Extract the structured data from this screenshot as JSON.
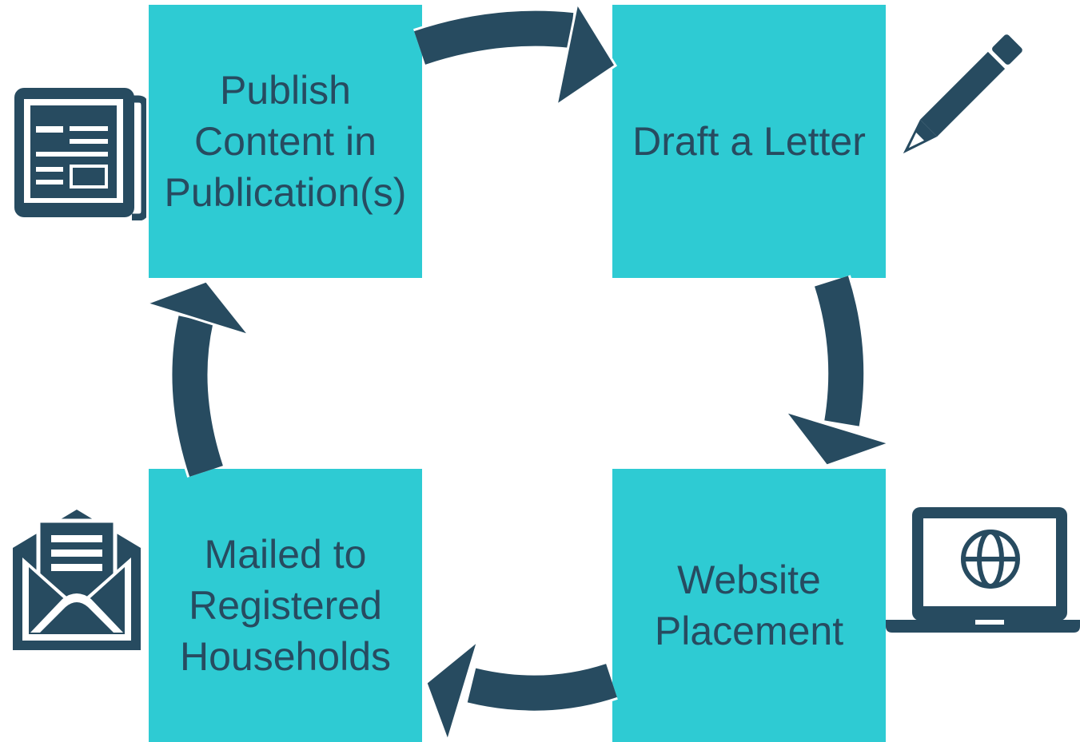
{
  "colors": {
    "box_fill": "#2ecbd3",
    "dark": "#274b60",
    "background": "#ffffff"
  },
  "steps": [
    {
      "label": "Publish Content in Publication(s)",
      "lines": [
        "Publish",
        "Content in",
        "Publication(s)"
      ],
      "icon": "newspaper-icon"
    },
    {
      "label": "Draft a Letter",
      "lines": [
        "Draft a Letter"
      ],
      "icon": "pencil-icon"
    },
    {
      "label": "Website Placement",
      "lines": [
        "Website",
        "Placement"
      ],
      "icon": "laptop-globe-icon"
    },
    {
      "label": "Mailed to Registered Households",
      "lines": [
        "Mailed to",
        "Registered",
        "Households"
      ],
      "icon": "envelope-letter-icon"
    }
  ],
  "flow": [
    {
      "from": "Publish Content in Publication(s)",
      "to": "Draft a Letter"
    },
    {
      "from": "Draft a Letter",
      "to": "Website Placement"
    },
    {
      "from": "Website Placement",
      "to": "Mailed to Registered Households"
    },
    {
      "from": "Mailed to Registered Households",
      "to": "Publish Content in Publication(s)"
    }
  ]
}
